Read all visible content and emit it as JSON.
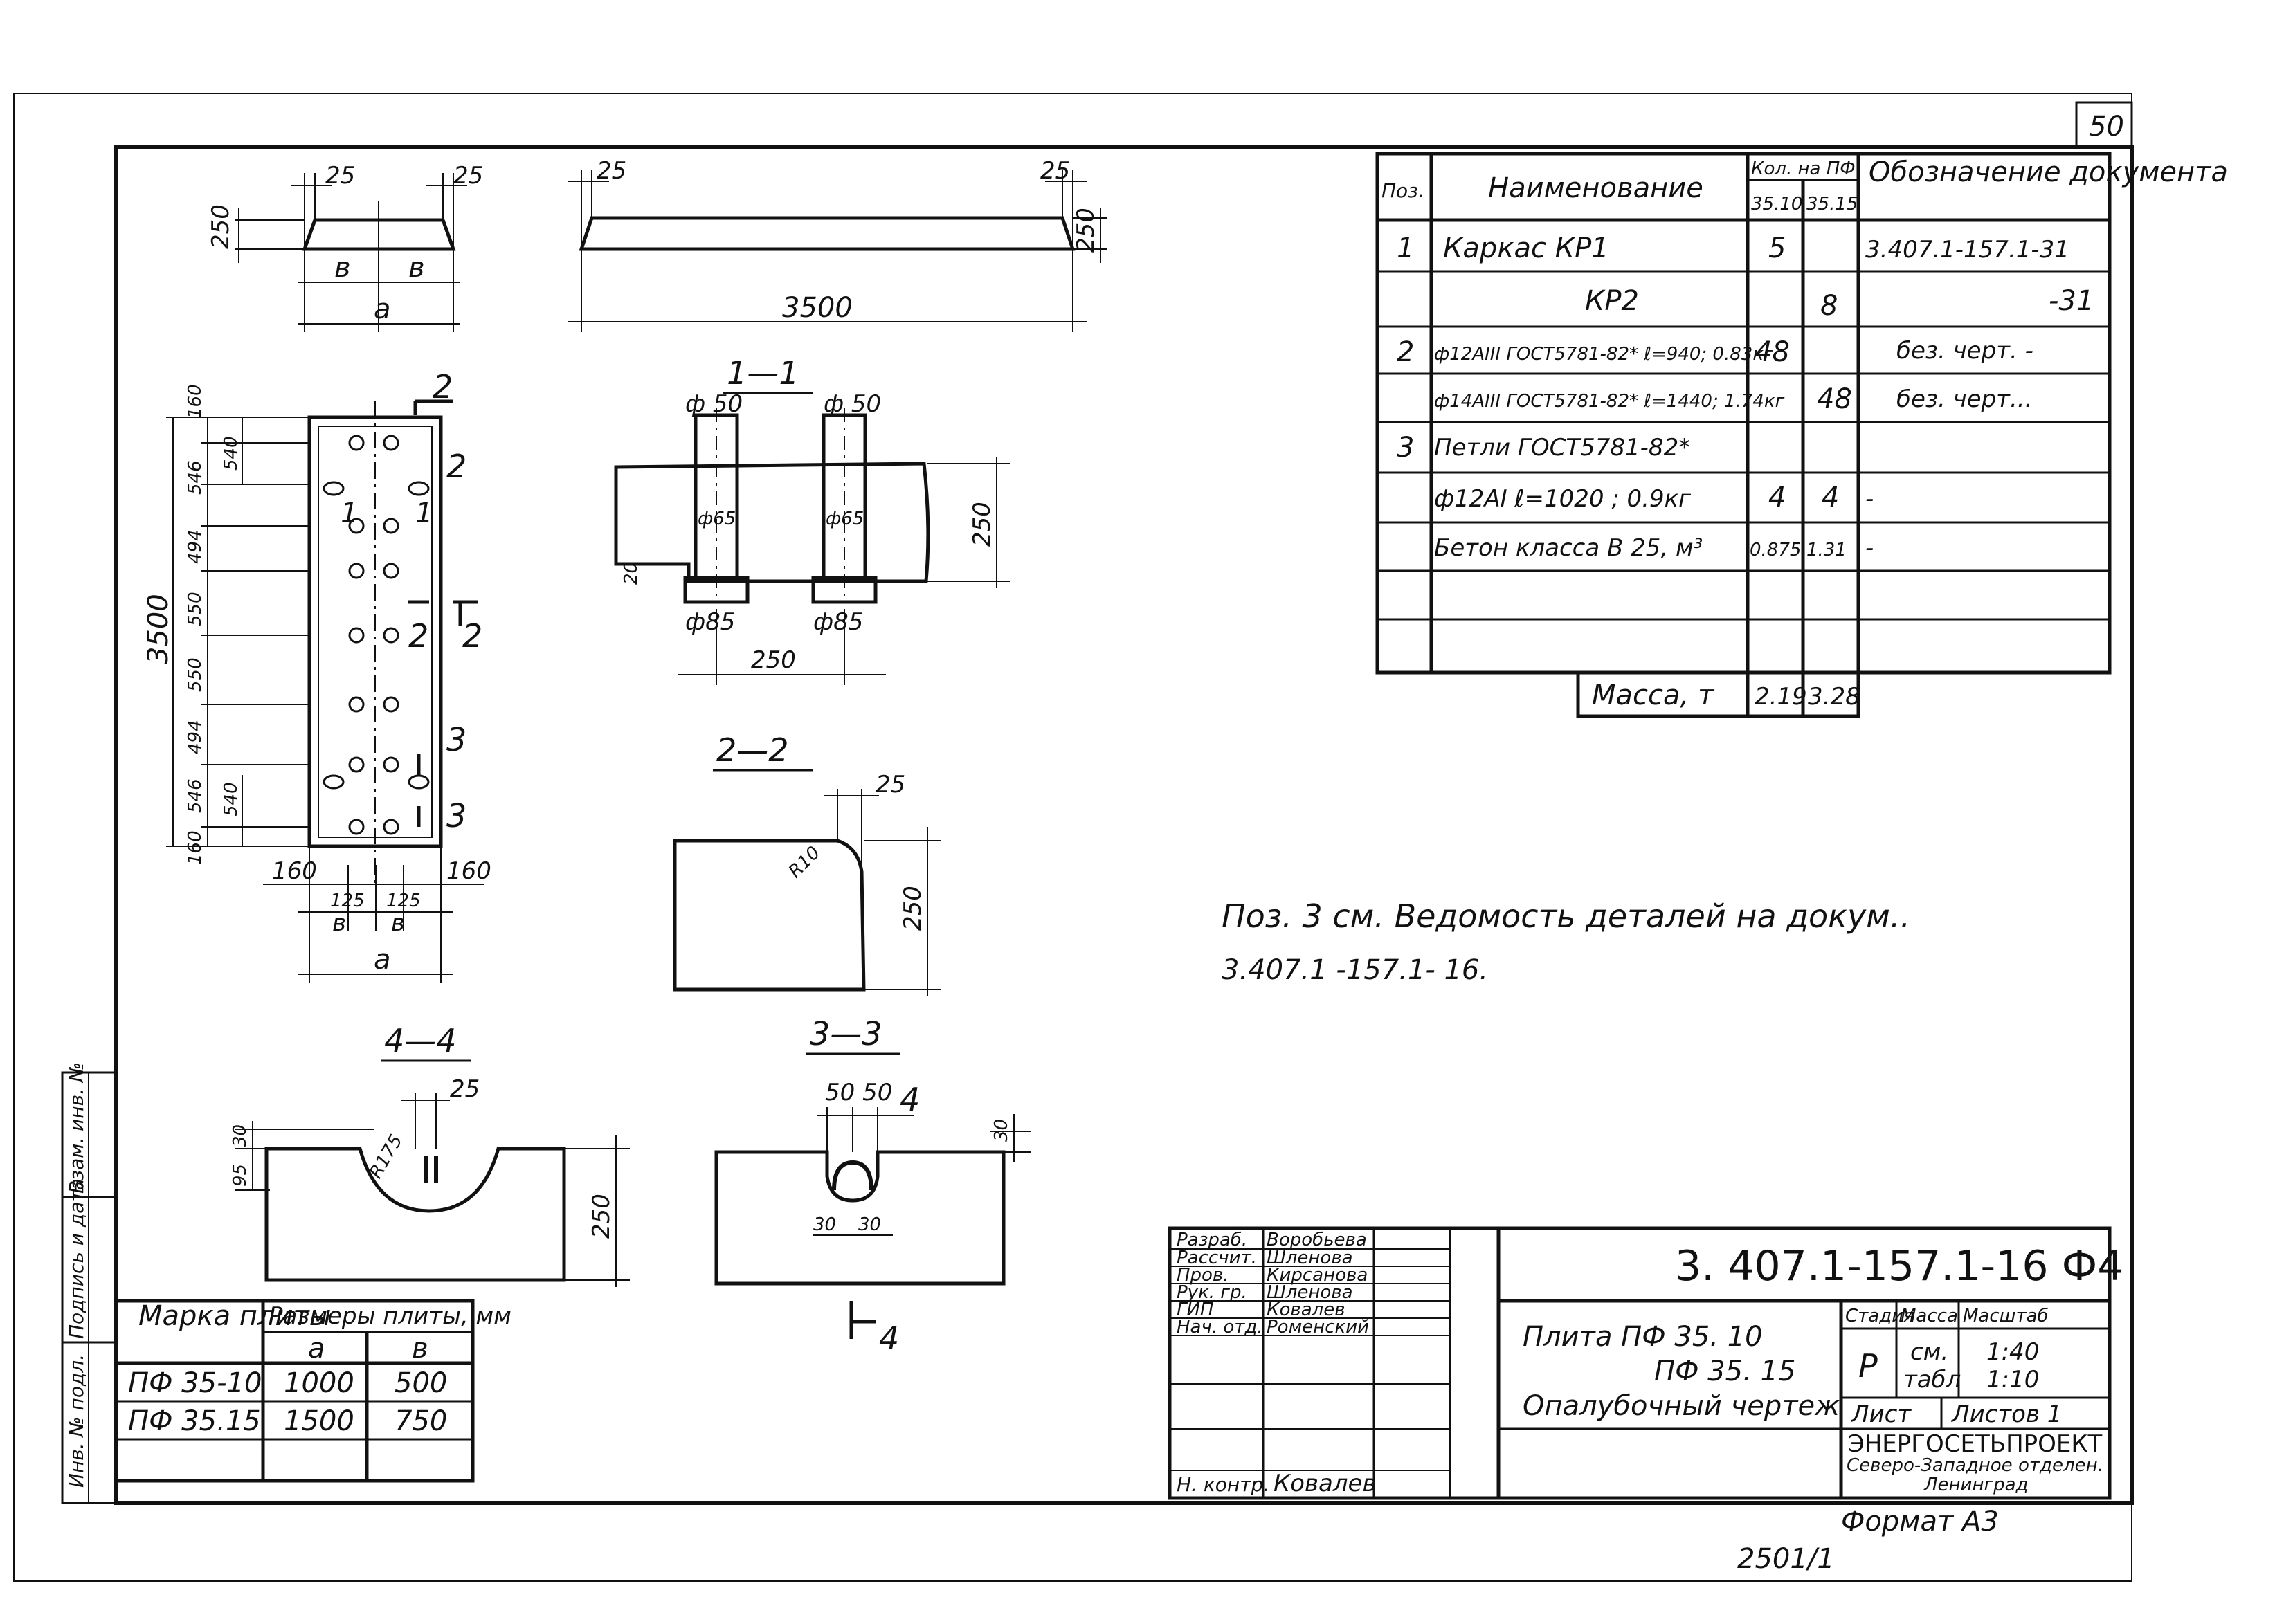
{
  "sheet": {
    "number": "50",
    "format": "Формат А3",
    "inventory": "2501/1"
  },
  "views": {
    "top": {
      "dim_25_left": "25",
      "dim_25_right": "25",
      "dim_250": "250",
      "label_b1": "в",
      "label_b2": "в",
      "label_a": "а"
    },
    "side": {
      "dim_25_left": "25",
      "dim_25_right": "25",
      "dim_250": "250",
      "dim_3500": "3500"
    },
    "plan": {
      "total": "3500",
      "segments": [
        "160",
        "546",
        "494",
        "550",
        "550",
        "494",
        "546",
        "160"
      ],
      "inner_540_top": "540",
      "inner_540_bottom": "540",
      "bottom_160_left": "160",
      "bottom_160_right": "160",
      "bottom_125_left": "125",
      "bottom_125_right": "125",
      "bottom_b_left": "в",
      "bottom_b_right": "в",
      "bottom_a": "а",
      "cut_1": "1",
      "cut_2": "2",
      "cut_3": "3"
    },
    "section_1_1": {
      "title": "1—1",
      "phi50_left": "ф 50",
      "phi50_right": "ф 50",
      "phi65_left": "ф65",
      "phi65_right": "ф65",
      "phi85_left": "ф85",
      "phi85_right": "ф85",
      "dim_250_h": "250",
      "dim_250_v": "250",
      "dim_20": "20"
    },
    "section_2_2": {
      "title": "2—2",
      "dim_25": "25",
      "dim_250": "250",
      "radius": "R10"
    },
    "section_4_4": {
      "title": "4—4",
      "dim_25": "25",
      "dim_95": "95",
      "dim_30": "30",
      "dim_250": "250",
      "radius": "R175"
    },
    "section_3_3": {
      "title": "3—3",
      "dim_50_50": "50 50",
      "dim_4": "4",
      "dim_30_top": "30",
      "dim_30_left": "30",
      "dim_30_right": "30",
      "cut_4": "4"
    }
  },
  "spec": {
    "headers": {
      "pos": "Поз.",
      "name": "Наименование",
      "qty": "Кол. на ПФ",
      "qty_a": "35.10",
      "qty_b": "35.15",
      "doc": "Обозначение документа"
    },
    "rows": [
      {
        "pos": "1",
        "name": "Каркас КР1",
        "qa": "5",
        "qb": "",
        "doc": "3.407.1-157.1-31"
      },
      {
        "pos": "",
        "name": "КР2",
        "qa": "",
        "qb": "8",
        "doc": "-31"
      },
      {
        "pos": "2",
        "name": "ф12АIII ГОСТ5781-82* ℓ=940; 0.83кг",
        "qa": "48",
        "qb": "",
        "doc": "без. черт. -"
      },
      {
        "pos": "",
        "name": "ф14АIII ГОСТ5781-82* ℓ=1440; 1.74кг",
        "qa": "",
        "qb": "48",
        "doc": "без. черт..."
      },
      {
        "pos": "3",
        "name": "Петли ГОСТ5781-82*",
        "qa": "",
        "qb": "",
        "doc": ""
      },
      {
        "pos": "",
        "name": "ф12АI ℓ=1020 ; 0.9кг",
        "qa": "4",
        "qb": "4",
        "doc": "-"
      },
      {
        "pos": "",
        "name": "Бетон класса В 25, м³",
        "qa": "0.875",
        "qb": "1.31",
        "doc": "-"
      },
      {
        "pos": "",
        "name": "",
        "qa": "",
        "qb": "",
        "doc": ""
      },
      {
        "pos": "",
        "name": "",
        "qa": "",
        "qb": "",
        "doc": ""
      }
    ],
    "mass_label": "Масса, т",
    "mass_a": "2.19",
    "mass_b": "3.28"
  },
  "note": {
    "line1": "Поз. 3 см. Ведомость деталей на докум..",
    "line2": "3.407.1 -157.1- 16."
  },
  "plates": {
    "head_mark": "Марка плиты",
    "head_sizes": "Размеры плиты, мм",
    "head_a": "а",
    "head_b": "в",
    "rows": [
      {
        "mark": "ПФ 35-10",
        "a": "1000",
        "b": "500"
      },
      {
        "mark": "ПФ 35.15",
        "a": "1500",
        "b": "750"
      }
    ]
  },
  "side_stamp": {
    "a": "Инв. № подл.",
    "b": "Подпись и дата",
    "c": "Взам. инв. №"
  },
  "title_block": {
    "code": "3. 407.1-157.1-16 Ф4",
    "roles": [
      "Разраб.",
      "Рассчит.",
      "Пров.",
      "Рук. гр.",
      "ГИП",
      "Нач. отд."
    ],
    "names": [
      "Воробьева",
      "Шленова",
      "Кирсанова",
      "Шленова",
      "Ковалев",
      "Роменский"
    ],
    "norm_role": "Н. контр.",
    "norm_name": "Ковалев",
    "title1": "Плита    ПФ 35. 10",
    "title2": "ПФ 35. 15",
    "title3": "Опалубочный чертеж",
    "h_stage": "Стадия",
    "h_mass": "Масса",
    "h_scale": "Масштаб",
    "stage": "Р",
    "mass_1": "см.",
    "mass_2": "табл",
    "scale_1": "1:40",
    "scale_2": "1:10",
    "sheet_label": "Лист",
    "sheets_label": "Листов 1",
    "org1": "ЭНЕРГОСЕТЬПРОЕКТ",
    "org2": "Северо-Западное отделен.",
    "org3": "Ленинград"
  }
}
